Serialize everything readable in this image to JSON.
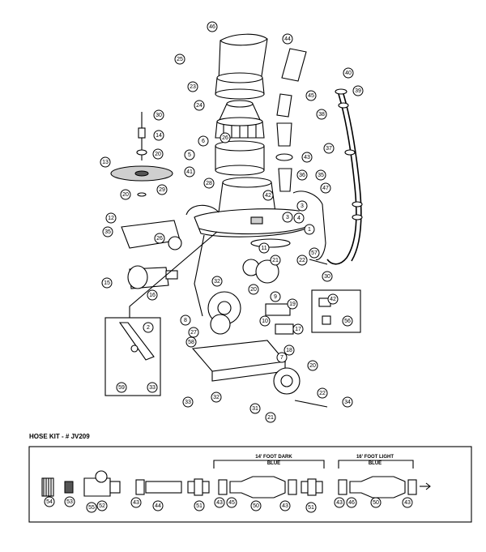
{
  "hose_kit_title": "HOSE KIT - # JV209",
  "section_dark": {
    "line1": "14' FOOT DARK",
    "line2": "BLUE"
  },
  "section_light": {
    "line1": "16' FOOT LIGHT",
    "line2": "BLUE"
  },
  "callouts_main": [
    {
      "n": "46"
    },
    {
      "n": "44"
    },
    {
      "n": "25"
    },
    {
      "n": "40"
    },
    {
      "n": "39"
    },
    {
      "n": "23"
    },
    {
      "n": "45"
    },
    {
      "n": "38"
    },
    {
      "n": "24"
    },
    {
      "n": "30"
    },
    {
      "n": "14"
    },
    {
      "n": "26"
    },
    {
      "n": "6"
    },
    {
      "n": "37"
    },
    {
      "n": "20"
    },
    {
      "n": "43"
    },
    {
      "n": "13"
    },
    {
      "n": "5"
    },
    {
      "n": "41"
    },
    {
      "n": "36"
    },
    {
      "n": "35"
    },
    {
      "n": "20"
    },
    {
      "n": "28"
    },
    {
      "n": "47"
    },
    {
      "n": "29"
    },
    {
      "n": "42"
    },
    {
      "n": "3"
    },
    {
      "n": "4"
    },
    {
      "n": "12"
    },
    {
      "n": "3"
    },
    {
      "n": "1"
    },
    {
      "n": "35"
    },
    {
      "n": "26"
    },
    {
      "n": "11"
    },
    {
      "n": "57"
    },
    {
      "n": "21"
    },
    {
      "n": "22"
    },
    {
      "n": "32"
    },
    {
      "n": "30"
    },
    {
      "n": "15"
    },
    {
      "n": "20"
    },
    {
      "n": "16"
    },
    {
      "n": "9"
    },
    {
      "n": "19"
    },
    {
      "n": "42"
    },
    {
      "n": "8"
    },
    {
      "n": "10"
    },
    {
      "n": "56"
    },
    {
      "n": "2"
    },
    {
      "n": "27"
    },
    {
      "n": "17"
    },
    {
      "n": "58"
    },
    {
      "n": "18"
    },
    {
      "n": "7"
    },
    {
      "n": "20"
    },
    {
      "n": "59"
    },
    {
      "n": "33"
    },
    {
      "n": "32"
    },
    {
      "n": "22"
    },
    {
      "n": "33"
    },
    {
      "n": "31"
    },
    {
      "n": "34"
    },
    {
      "n": "21"
    }
  ],
  "callouts_hose": [
    {
      "n": "54"
    },
    {
      "n": "53"
    },
    {
      "n": "55"
    },
    {
      "n": "52"
    },
    {
      "n": "43"
    },
    {
      "n": "44"
    },
    {
      "n": "51"
    },
    {
      "n": "43"
    },
    {
      "n": "45"
    },
    {
      "n": "50"
    },
    {
      "n": "43"
    },
    {
      "n": "51"
    },
    {
      "n": "43"
    },
    {
      "n": "46"
    },
    {
      "n": "50"
    },
    {
      "n": "43"
    }
  ]
}
